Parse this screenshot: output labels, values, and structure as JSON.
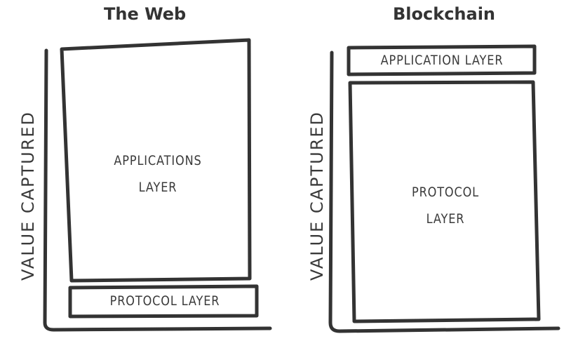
{
  "left": {
    "title": "The Web",
    "axis_label": "VALUE CAPTURED",
    "top_box": "APPLICATIONS LAYER",
    "top_box_lines": [
      "APPLICATIONS",
      "LAYER"
    ],
    "bottom_box": "PROTOCOL LAYER"
  },
  "right": {
    "title": "Blockchain",
    "axis_label": "VALUE CAPTURED",
    "top_box": "APPLICATION LAYER",
    "bottom_box_lines": [
      "PROTOCOL",
      "LAYER"
    ]
  }
}
